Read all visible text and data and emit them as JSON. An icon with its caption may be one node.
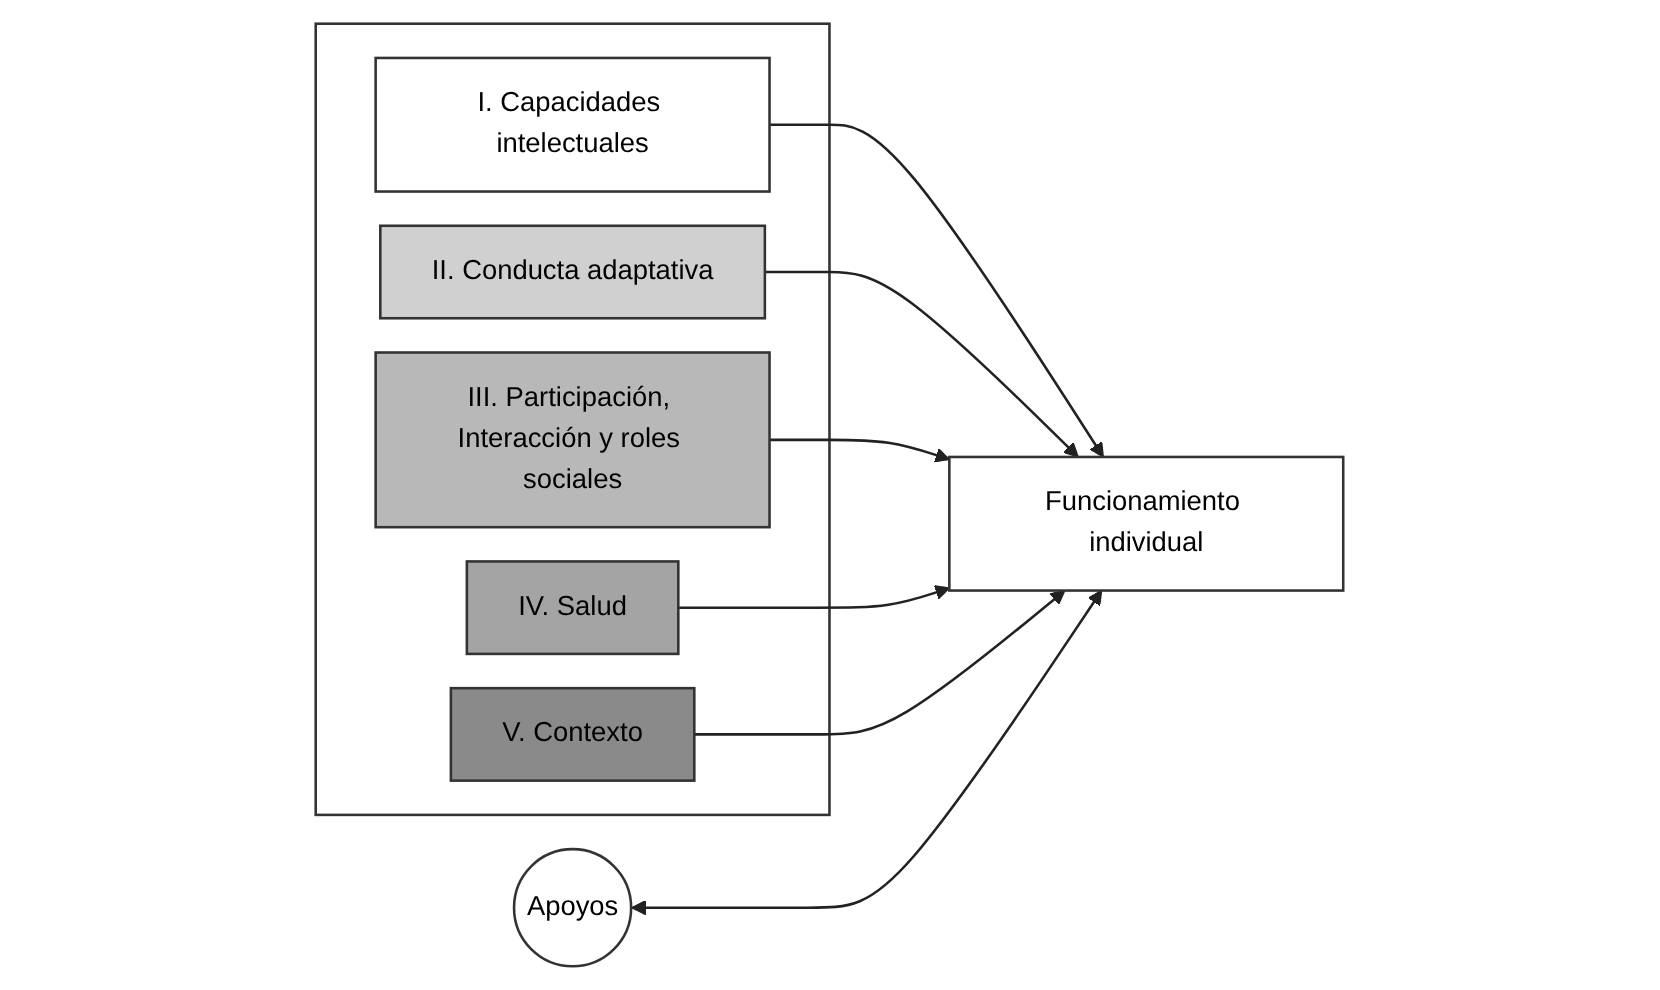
{
  "diagram": {
    "nodes": [
      {
        "text": [],
        "shape": "box"
      },
      {
        "text": [
          "I. Capacidades intelectuales"
        ],
        "in": 0
      },
      {
        "text": [
          "II. Conducta adaptativa"
        ],
        "in": 0
      },
      {
        "text": [
          "III. Participación, Interacción y roles sociales"
        ],
        "in": 0
      },
      {
        "text": [
          "IV. Salud"
        ],
        "in": 0
      },
      {
        "text": [
          "V. Contexto"
        ],
        "in": 0
      },
      {
        "text": [
          "Apoyos"
        ]
      },
      {
        "text": [
          "Funcionamiento individual"
        ]
      }
    ],
    "edges": [
      {
        "from": 1,
        "to": 7,
        "arrow": "to"
      },
      {
        "from": 2,
        "to": 7,
        "arrow": "to"
      },
      {
        "from": 3,
        "to": 7,
        "arrow": "to"
      },
      {
        "from": 4,
        "to": 7,
        "arrow": "to"
      },
      {
        "from": 5,
        "to": 7,
        "arrow": "to"
      },
      {
        "from": 6,
        "to": 7,
        "arrow": "both"
      }
    ]
  }
}
